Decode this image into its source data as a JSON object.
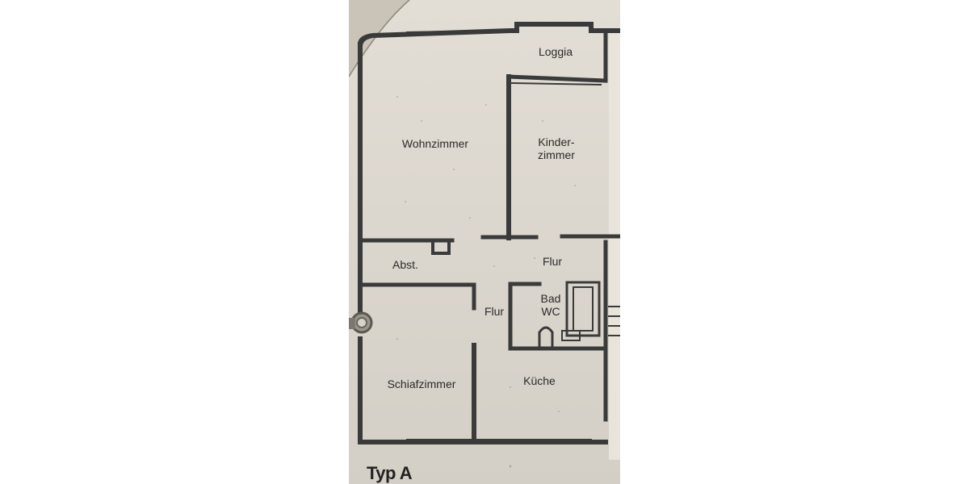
{
  "plan": {
    "caption": "Typ A",
    "rooms": {
      "loggia": "Loggia",
      "wohnzimmer": "Wohnzimmer",
      "kinderzimmer": "Kinder-\nzimmer",
      "abstellraum": "Abst.",
      "flur_upper": "Flur",
      "flur_lower": "Flur",
      "bad_wc": "Bad\nWC",
      "schlafzimmer": "Schiafzimmer",
      "kueche": "Küche"
    }
  },
  "colors": {
    "paper": "#dcd7ce",
    "ink": "#3a3a3a",
    "background": "#ffffff"
  }
}
